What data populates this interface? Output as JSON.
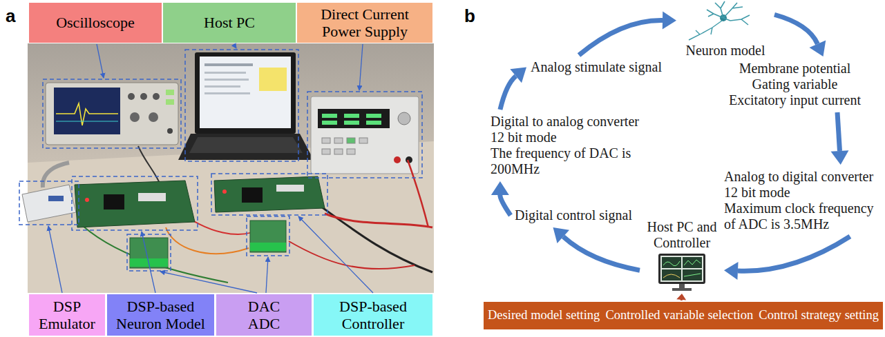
{
  "diagram": {
    "nodes": [
      {
        "text": [
          "Oscilloscope"
        ]
      },
      {
        "text": [
          "Host PC"
        ]
      },
      {
        "text": [
          "Direct Current Power Supply"
        ]
      },
      {
        "text": [
          "DSP Emulator"
        ]
      },
      {
        "text": [
          "DSP-based Neuron Model"
        ]
      },
      {
        "text": [
          "DAC ADC"
        ]
      },
      {
        "text": [
          "DSP-based Controller"
        ]
      },
      {
        "text": [
          "Neuron model"
        ]
      },
      {
        "text": [
          "Analog stimulate signal"
        ]
      },
      {
        "text": [
          "Membrane potential Gating variable Excitatory input current"
        ]
      },
      {
        "text": [
          "Digital to analog converter 12 bit mode The frequency of DAC is 200MHz"
        ]
      },
      {
        "text": [
          "Analog to digital converter 12 bit mode Maximum clock frequency of ADC is 3.5MHz"
        ]
      },
      {
        "text": [
          "Digital control signal"
        ]
      },
      {
        "text": [
          "Host PC and Controller"
        ]
      },
      {
        "text": [
          "Desired model setting",
          "Controlled variable selection",
          "Control strategy setting"
        ]
      }
    ],
    "edges": [
      {
        "from": 8,
        "to": 7,
        "arrow": "to"
      },
      {
        "from": 7,
        "to": 9,
        "arrow": "to"
      },
      {
        "from": 9,
        "to": 11,
        "arrow": "to"
      },
      {
        "from": 11,
        "to": 13,
        "arrow": "to"
      },
      {
        "from": 13,
        "to": 12,
        "arrow": "to"
      },
      {
        "from": 12,
        "to": 10,
        "arrow": "to"
      },
      {
        "from": 10,
        "to": 8,
        "arrow": "to"
      },
      {
        "from": 14,
        "to": 13,
        "arrow": "to"
      }
    ],
    "labels": [
      "a",
      "b"
    ]
  }
}
